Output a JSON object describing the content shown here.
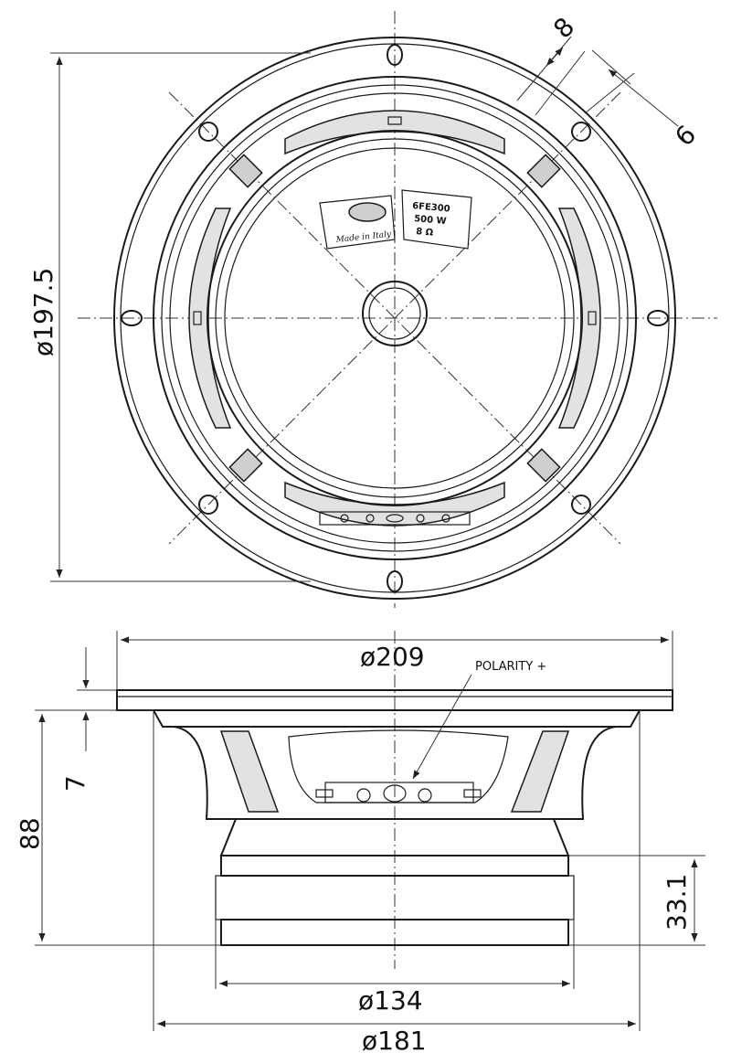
{
  "dimensions": {
    "front_outer_diameter": "ø197.5",
    "slot_width": "8",
    "slot_offset": "6",
    "flange_diameter": "ø209",
    "flange_thickness": "7",
    "total_depth": "88",
    "magnet_height": "33.1",
    "magnet_diameter": "ø134",
    "basket_diameter": "ø181"
  },
  "annotations": {
    "polarity": "POLARITY +"
  },
  "label": {
    "model": "6FE300",
    "power": "500 W",
    "impedance": "8 Ω",
    "origin": "Made in Italy"
  }
}
